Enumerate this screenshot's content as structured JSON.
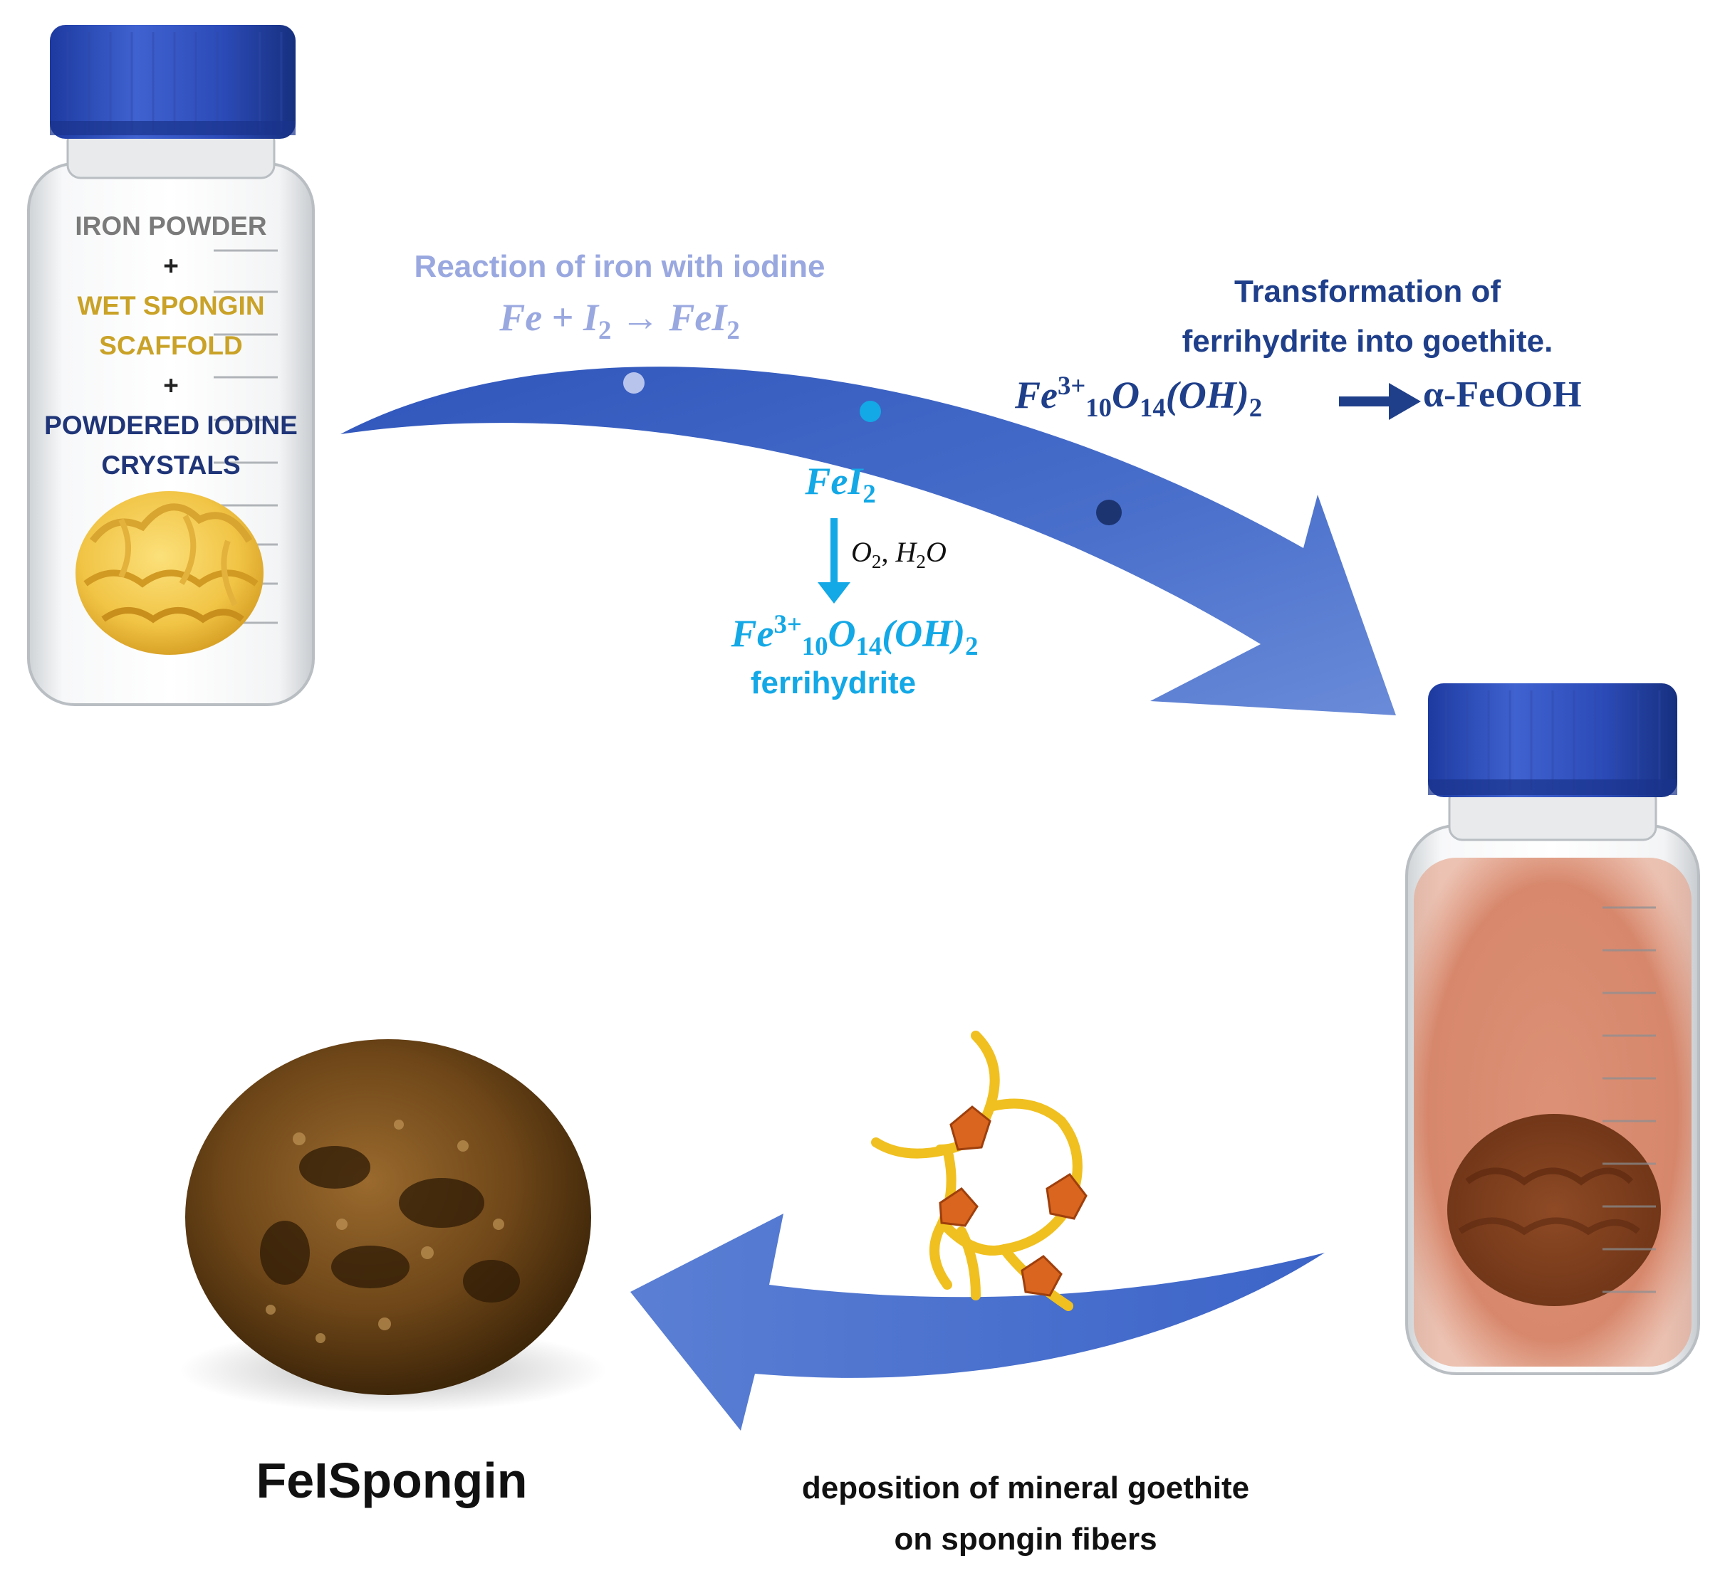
{
  "start_bottle": {
    "line1": "IRON POWDER",
    "plus1": "+",
    "line2": "WET SPONGIN",
    "line3": "SCAFFOLD",
    "plus2": "+",
    "line4": "POWDERED IODINE",
    "line5": "CRYSTALS",
    "colors": {
      "line1": "#7a7a7a",
      "spongin": "#c9a227",
      "iodine": "#1f3578"
    }
  },
  "reaction1": {
    "title": "Reaction of iron with iodine",
    "eq_fe": "Fe",
    "eq_plus": "+",
    "eq_i": "I",
    "eq_i_sub": "2",
    "eq_arrow": "→",
    "eq_fei": "FeI",
    "eq_fei_sub": "2",
    "color": "#9aa8e0"
  },
  "reaction2": {
    "reactant": "FeI",
    "reactant_sub": "2",
    "conditions_o": "O",
    "conditions_o_sub": "2",
    "conditions_sep": ", ",
    "conditions_h": "H",
    "conditions_h_sub": "2",
    "conditions_o2": "O",
    "product_fe": "Fe",
    "product_sup": "3+",
    "product_sub1": "10",
    "product_o": "O",
    "product_sub2": "14",
    "product_oh": "(OH)",
    "product_sub3": "2",
    "product_name": "ferrihydrite",
    "color": "#13a8e6"
  },
  "reaction3": {
    "title_line1": "Transformation of",
    "title_line2": "ferrihydrite into goethite.",
    "eq_fe": "Fe",
    "eq_sup": "3+",
    "eq_sub1": "10",
    "eq_o": "O",
    "eq_sub2": "14",
    "eq_oh": "(OH)",
    "eq_sub3": "2",
    "eq_product": "α-FeOOH",
    "color": "#1f3f8a"
  },
  "deposition": {
    "line1": "deposition of mineral goethite",
    "line2": "on spongin fibers"
  },
  "product": {
    "name": "FeISpongin"
  },
  "colors": {
    "arrow": "#3d63c6",
    "dot1": "#b8c4ec",
    "dot2": "#13a8e6",
    "dot3": "#1c3470"
  }
}
